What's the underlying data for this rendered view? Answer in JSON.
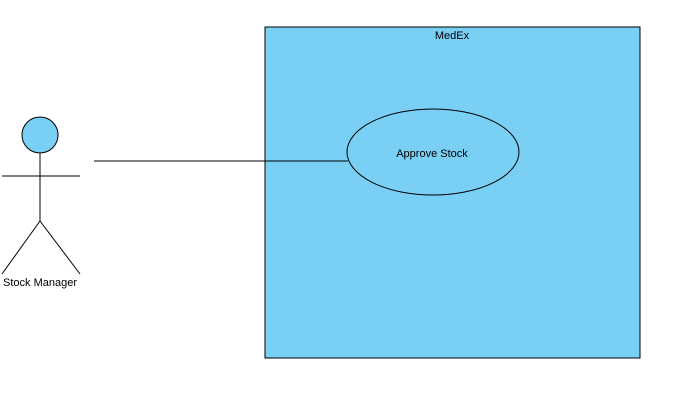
{
  "system": {
    "name": "MedEx",
    "fill_color": "#7ACFF5",
    "border_color": "#000000"
  },
  "actors": [
    {
      "name": "Stock Manager",
      "head_fill": "#7ACFF5"
    }
  ],
  "use_cases": [
    {
      "name": "Approve Stock"
    }
  ],
  "associations": [
    {
      "from": "Stock Manager",
      "to": "Approve Stock"
    }
  ]
}
